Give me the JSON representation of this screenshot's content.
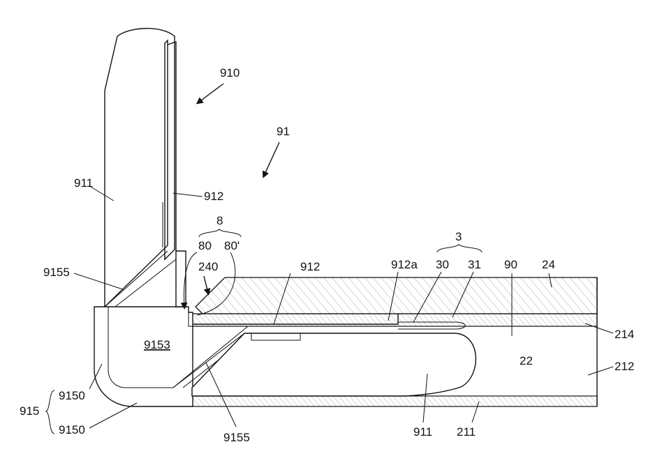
{
  "labels": {
    "l910": "910",
    "l91": "91",
    "l911_top": "911",
    "l912_top": "912",
    "l8": "8",
    "l80": "80",
    "l80p": "80'",
    "l240": "240",
    "l912_mid": "912",
    "l912a": "912a",
    "l3": "3",
    "l30": "30",
    "l31": "31",
    "l90": "90",
    "l24": "24",
    "l9155_left": "9155",
    "l9153": "9153",
    "l22": "22",
    "l214": "214",
    "l212": "212",
    "l915": "915",
    "l9150_a": "9150",
    "l9150_b": "9150",
    "l9155_bottom": "9155",
    "l911_bottom": "911",
    "l211": "211"
  }
}
